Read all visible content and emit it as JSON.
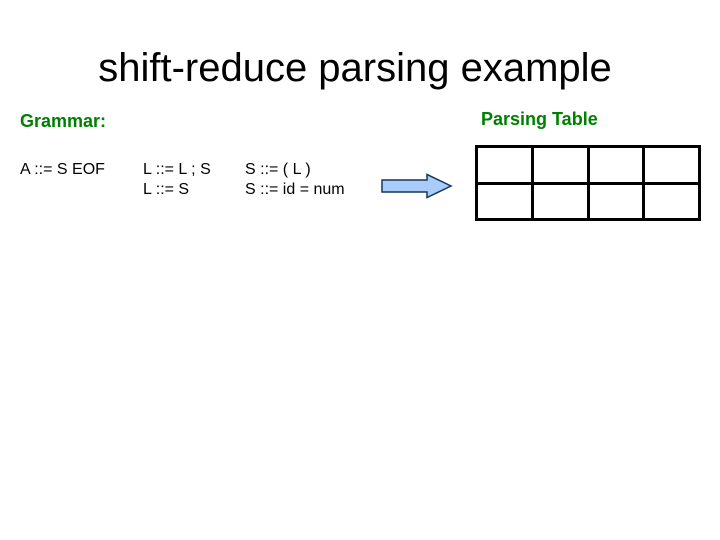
{
  "slide": {
    "title": "shift-reduce parsing example",
    "grammar_section": {
      "label": "Grammar:",
      "columns": [
        {
          "rules": [
            "A ::= S EOF"
          ]
        },
        {
          "rules": [
            "L ::= L ; S",
            "L ::= S"
          ]
        },
        {
          "rules": [
            "S ::= ( L )",
            "S ::= id = num"
          ]
        }
      ]
    },
    "parsing_table_section": {
      "label": "Parsing Table",
      "table": {
        "rows": 2,
        "cols": 4,
        "cells_empty": true
      }
    },
    "icons": {
      "arrow": "right-block-arrow"
    },
    "colors": {
      "background": "#ffffff",
      "title_text": "#000000",
      "section_label_green": "#008000",
      "rule_text": "#000000",
      "arrow_fill": "#aaccf8",
      "arrow_border": "#16365c",
      "table_border": "#000000",
      "table_cell_bg": "#ffffff"
    }
  }
}
